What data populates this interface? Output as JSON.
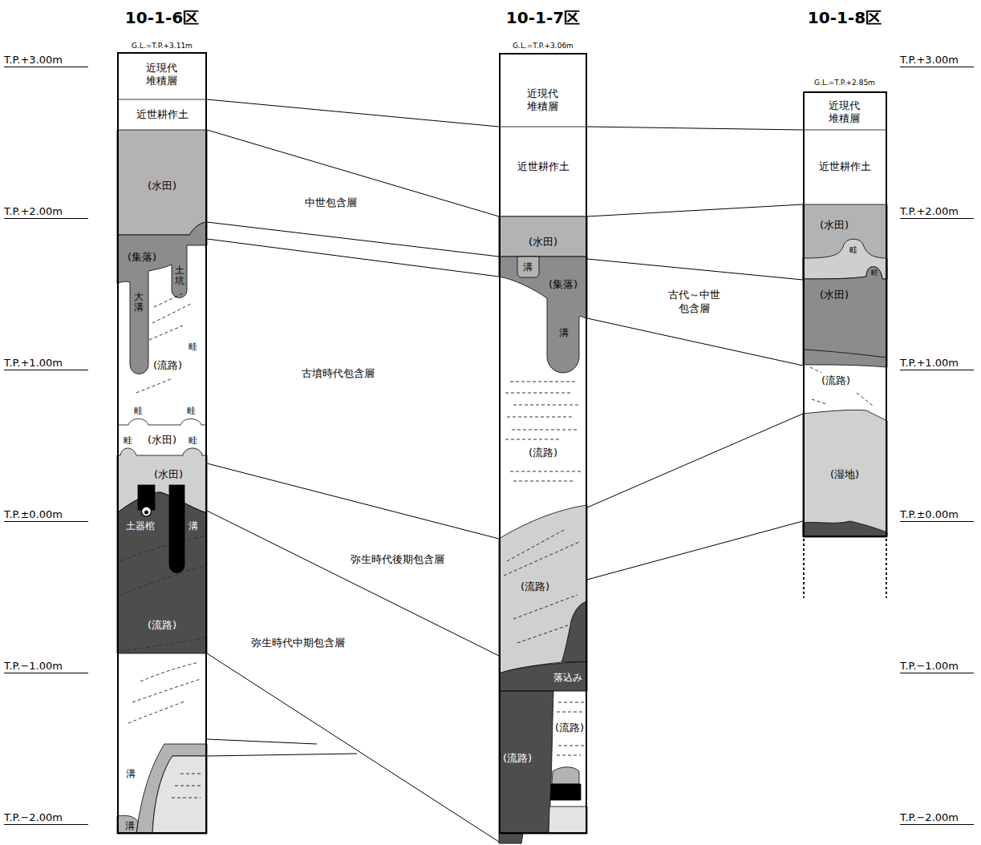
{
  "diagram": {
    "nodes": [
      {
        "text": [
          "10-1-6区",
          "G.L.=T.P.+3.11m"
        ]
      },
      {
        "text": [
          "近現代 堆積層"
        ],
        "in": 0
      },
      {
        "text": [
          "近世耕作土"
        ],
        "in": 0
      },
      {
        "text": [
          "(水田)"
        ],
        "in": 0
      },
      {
        "text": [
          "(集落)"
        ],
        "in": 0
      },
      {
        "text": [
          "土坑"
        ],
        "in": 0
      },
      {
        "text": [
          "大溝"
        ],
        "in": 0
      },
      {
        "text": [
          "(流路)"
        ],
        "in": 0
      },
      {
        "text": [
          "(水田)"
        ],
        "in": 0
      },
      {
        "text": [
          "(水田)"
        ],
        "in": 0
      },
      {
        "text": [
          "土器棺"
        ],
        "in": 0
      },
      {
        "text": [
          "溝"
        ],
        "in": 0
      },
      {
        "text": [
          "(流路)"
        ],
        "in": 0
      },
      {
        "text": [
          "溝"
        ],
        "in": 0
      },
      {
        "text": [
          "溝"
        ],
        "in": 0
      },
      {
        "text": [
          "10-1-7区",
          "G.L.=T.P.+3.06m"
        ]
      },
      {
        "text": [
          "近現代 堆積層"
        ],
        "in": 15
      },
      {
        "text": [
          "近世耕作土"
        ],
        "in": 15
      },
      {
        "text": [
          "(水田)"
        ],
        "in": 15
      },
      {
        "text": [
          "溝"
        ],
        "in": 15
      },
      {
        "text": [
          "(集落)"
        ],
        "in": 15
      },
      {
        "text": [
          "溝"
        ],
        "in": 15
      },
      {
        "text": [
          "(流路)"
        ],
        "in": 15
      },
      {
        "text": [
          "(流路)"
        ],
        "in": 15
      },
      {
        "text": [
          "落込み"
        ],
        "in": 15
      },
      {
        "text": [
          "(流路)"
        ],
        "in": 15
      },
      {
        "text": [
          "(流路)"
        ],
        "in": 15
      },
      {
        "text": [
          "10-1-8区",
          "G.L.=T.P.+2.85m"
        ]
      },
      {
        "text": [
          "近現代 堆積層"
        ],
        "in": 27
      },
      {
        "text": [
          "近世耕作土"
        ],
        "in": 27
      },
      {
        "text": [
          "(水田)"
        ],
        "in": 27
      },
      {
        "text": [
          "(水田)"
        ],
        "in": 27
      },
      {
        "text": [
          "(流路)"
        ],
        "in": 27
      },
      {
        "text": [
          "(湿地)"
        ],
        "in": 27
      }
    ],
    "labels": [
      "T.P.+3.00m",
      "T.P.+2.00m",
      "T.P.+1.00m",
      "T.P.±0.00m",
      "T.P.−1.00m",
      "T.P.−2.00m",
      "T.P.+3.00m",
      "T.P.+2.00m",
      "T.P.+1.00m",
      "T.P.±0.00m",
      "T.P.−1.00m",
      "T.P.−2.00m",
      "中世包含層",
      "古墳時代包含層",
      "古代～中世 包含層",
      "弥生時代後期包含層",
      "弥生時代中期包含層",
      "畦",
      "畦",
      "畦",
      "畦",
      "畦",
      "畦",
      "畦"
    ]
  }
}
